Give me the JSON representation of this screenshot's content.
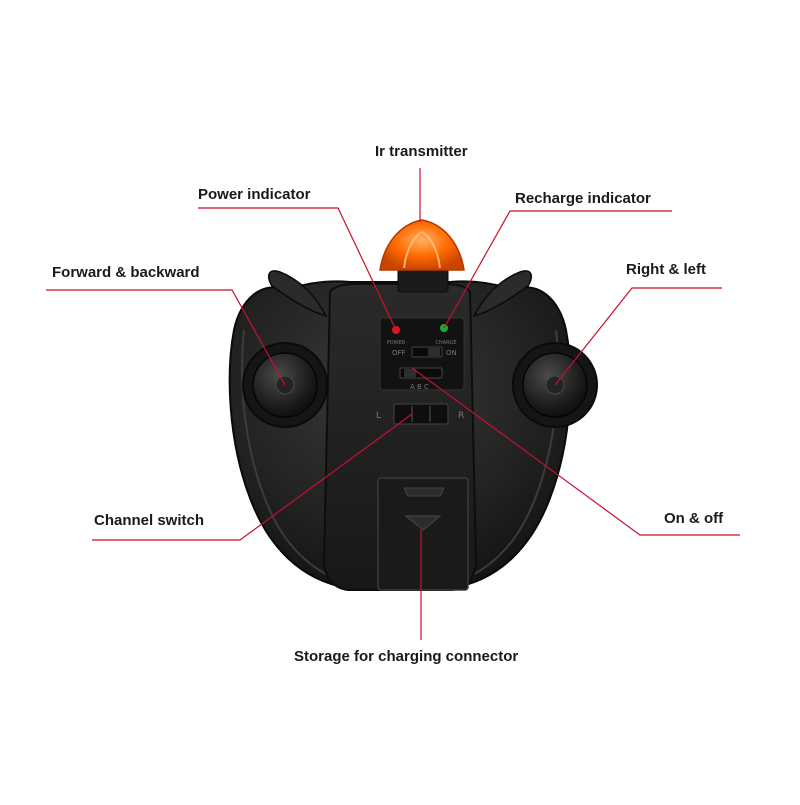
{
  "callouts": {
    "ir_transmitter": "Ir transmitter",
    "power_indicator": "Power indicator",
    "recharge_indicator": "Recharge indicator",
    "forward_backward": "Forward & backward",
    "right_left": "Right & left",
    "channel_switch": "Channel switch",
    "on_off": "On & off",
    "storage": "Storage for charging connector"
  },
  "panel_text": {
    "power": "POWER",
    "charge": "CHARGE",
    "off": "OFF",
    "on": "ON",
    "abc": "A B C",
    "l": "L",
    "r": "R"
  },
  "colors": {
    "callout_line": "#c8102e",
    "body": "#1e1e1e",
    "ir_dome": "#ff6a00",
    "power_led": "#e0141e",
    "charge_led": "#1fa83a"
  }
}
